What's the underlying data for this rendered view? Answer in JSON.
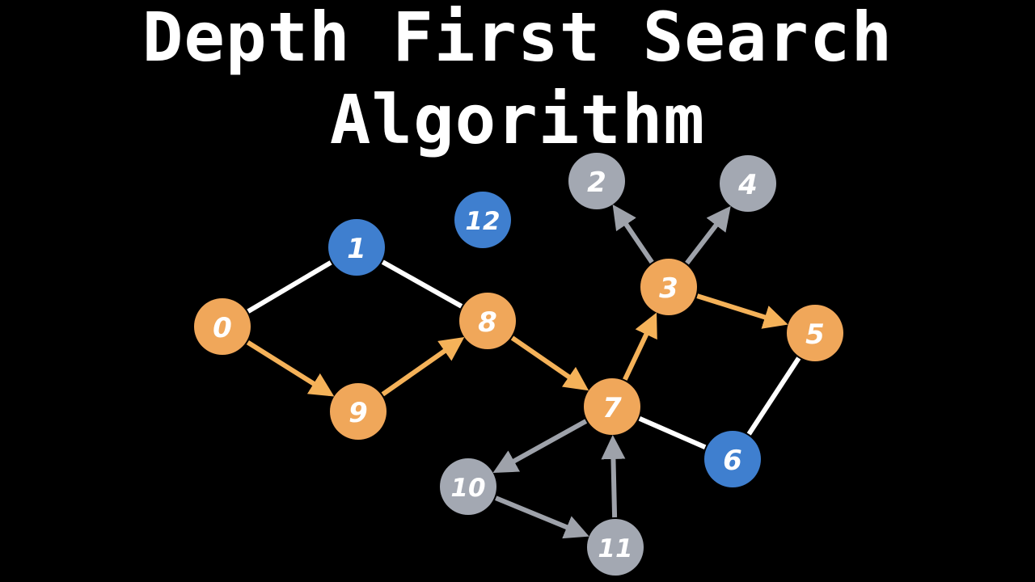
{
  "title": {
    "line1": "Depth First Search",
    "line2": "Algorithm"
  },
  "colors": {
    "background": "#000000",
    "visited": "#f0a75a",
    "frontier": "#3f7fcf",
    "unvisited": "#a3a8b2",
    "undirected_edge": "#ffffff",
    "visited_edge": "#f5b259",
    "unvisited_edge": "#9ea2aa"
  },
  "nodes": [
    {
      "id": "0",
      "label": "0",
      "state": "visited"
    },
    {
      "id": "1",
      "label": "1",
      "state": "frontier"
    },
    {
      "id": "2",
      "label": "2",
      "state": "unvisited"
    },
    {
      "id": "3",
      "label": "3",
      "state": "visited"
    },
    {
      "id": "4",
      "label": "4",
      "state": "unvisited"
    },
    {
      "id": "5",
      "label": "5",
      "state": "visited"
    },
    {
      "id": "6",
      "label": "6",
      "state": "frontier"
    },
    {
      "id": "7",
      "label": "7",
      "state": "visited"
    },
    {
      "id": "8",
      "label": "8",
      "state": "visited"
    },
    {
      "id": "9",
      "label": "9",
      "state": "visited"
    },
    {
      "id": "10",
      "label": "10",
      "state": "unvisited"
    },
    {
      "id": "11",
      "label": "11",
      "state": "unvisited"
    },
    {
      "id": "12",
      "label": "12",
      "state": "frontier"
    }
  ],
  "edges": [
    {
      "from": "0",
      "to": "1",
      "kind": "undirected"
    },
    {
      "from": "1",
      "to": "8",
      "kind": "undirected"
    },
    {
      "from": "0",
      "to": "9",
      "kind": "visited"
    },
    {
      "from": "9",
      "to": "8",
      "kind": "visited"
    },
    {
      "from": "8",
      "to": "7",
      "kind": "visited"
    },
    {
      "from": "7",
      "to": "3",
      "kind": "visited"
    },
    {
      "from": "3",
      "to": "5",
      "kind": "visited"
    },
    {
      "from": "3",
      "to": "2",
      "kind": "unvisited"
    },
    {
      "from": "3",
      "to": "4",
      "kind": "unvisited"
    },
    {
      "from": "5",
      "to": "6",
      "kind": "undirected"
    },
    {
      "from": "7",
      "to": "6",
      "kind": "undirected"
    },
    {
      "from": "7",
      "to": "10",
      "kind": "unvisited"
    },
    {
      "from": "10",
      "to": "11",
      "kind": "unvisited"
    },
    {
      "from": "11",
      "to": "7",
      "kind": "unvisited"
    }
  ]
}
